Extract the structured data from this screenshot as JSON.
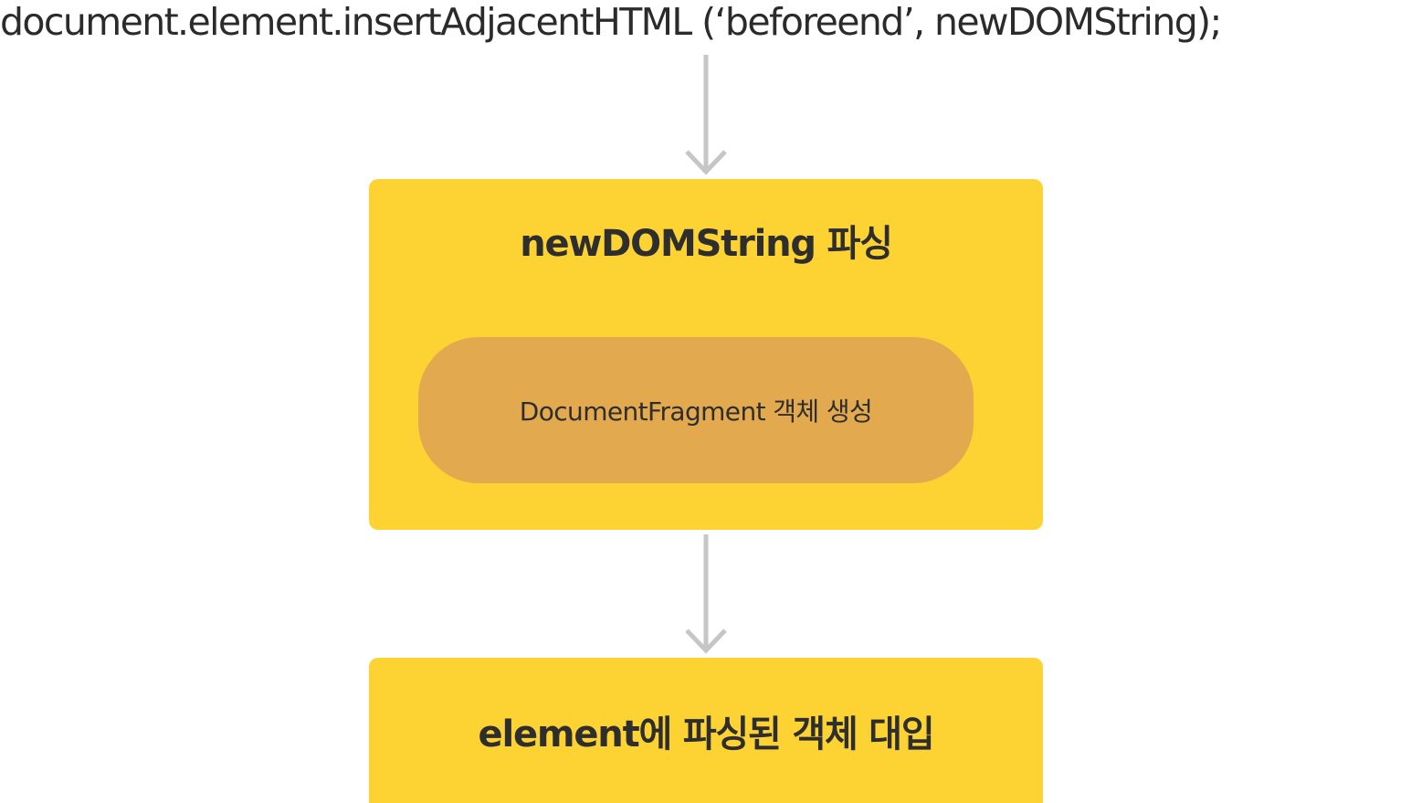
{
  "code_line": "document.element.insertAdjacentHTML (‘beforeend’, newDOMString);",
  "parse_box": {
    "title": "newDOMString 파싱",
    "inner_label": "DocumentFragment 객체 생성"
  },
  "assign_box": {
    "label": "element에 파싱된 객체 대입"
  },
  "colors": {
    "box_fill": "#fdd333",
    "inner_fill": "#e3a94f",
    "arrow": "#c6c6c6",
    "text": "#2b2b2b"
  }
}
